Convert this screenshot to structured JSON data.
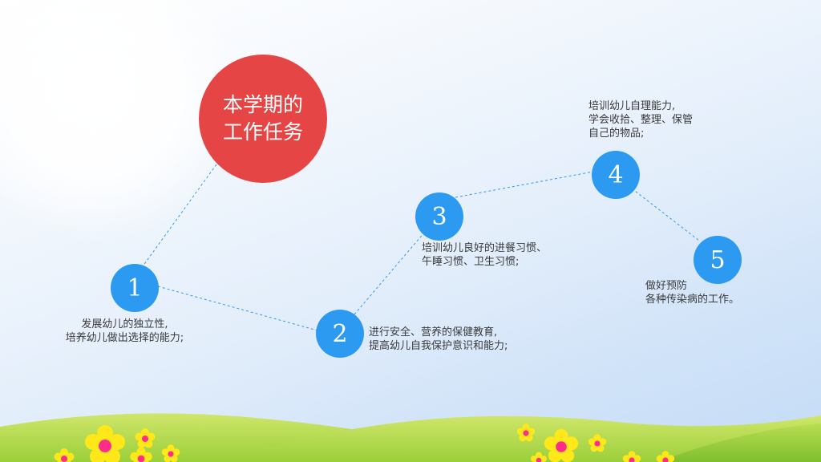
{
  "title": {
    "line1": "本学期的",
    "line2": "工作任务"
  },
  "colors": {
    "title_circle": "#e64545",
    "node": "#2b9af0",
    "connector": "#2b9af0",
    "grass": "#a7d43c"
  },
  "steps": [
    {
      "number": "1",
      "line1": "发展幼儿的独立性,",
      "line2": "培养幼儿做出选择的能力;"
    },
    {
      "number": "2",
      "line1": "进行安全、营养的保健教育,",
      "line2": "提高幼儿自我保护意识和能力;"
    },
    {
      "number": "3",
      "line1": "培训幼儿良好的进餐习惯、",
      "line2": "午睡习惯、卫生习惯;"
    },
    {
      "number": "4",
      "line1": "培训幼儿自理能力,",
      "line2": "学会收拾、整理、保管",
      "line3": "自己的物品;"
    },
    {
      "number": "5",
      "line1": "做好预防",
      "line2": "各种传染病的工作。"
    }
  ],
  "decorations": [
    "sun-glow",
    "grass-hills",
    "flower-icon"
  ]
}
